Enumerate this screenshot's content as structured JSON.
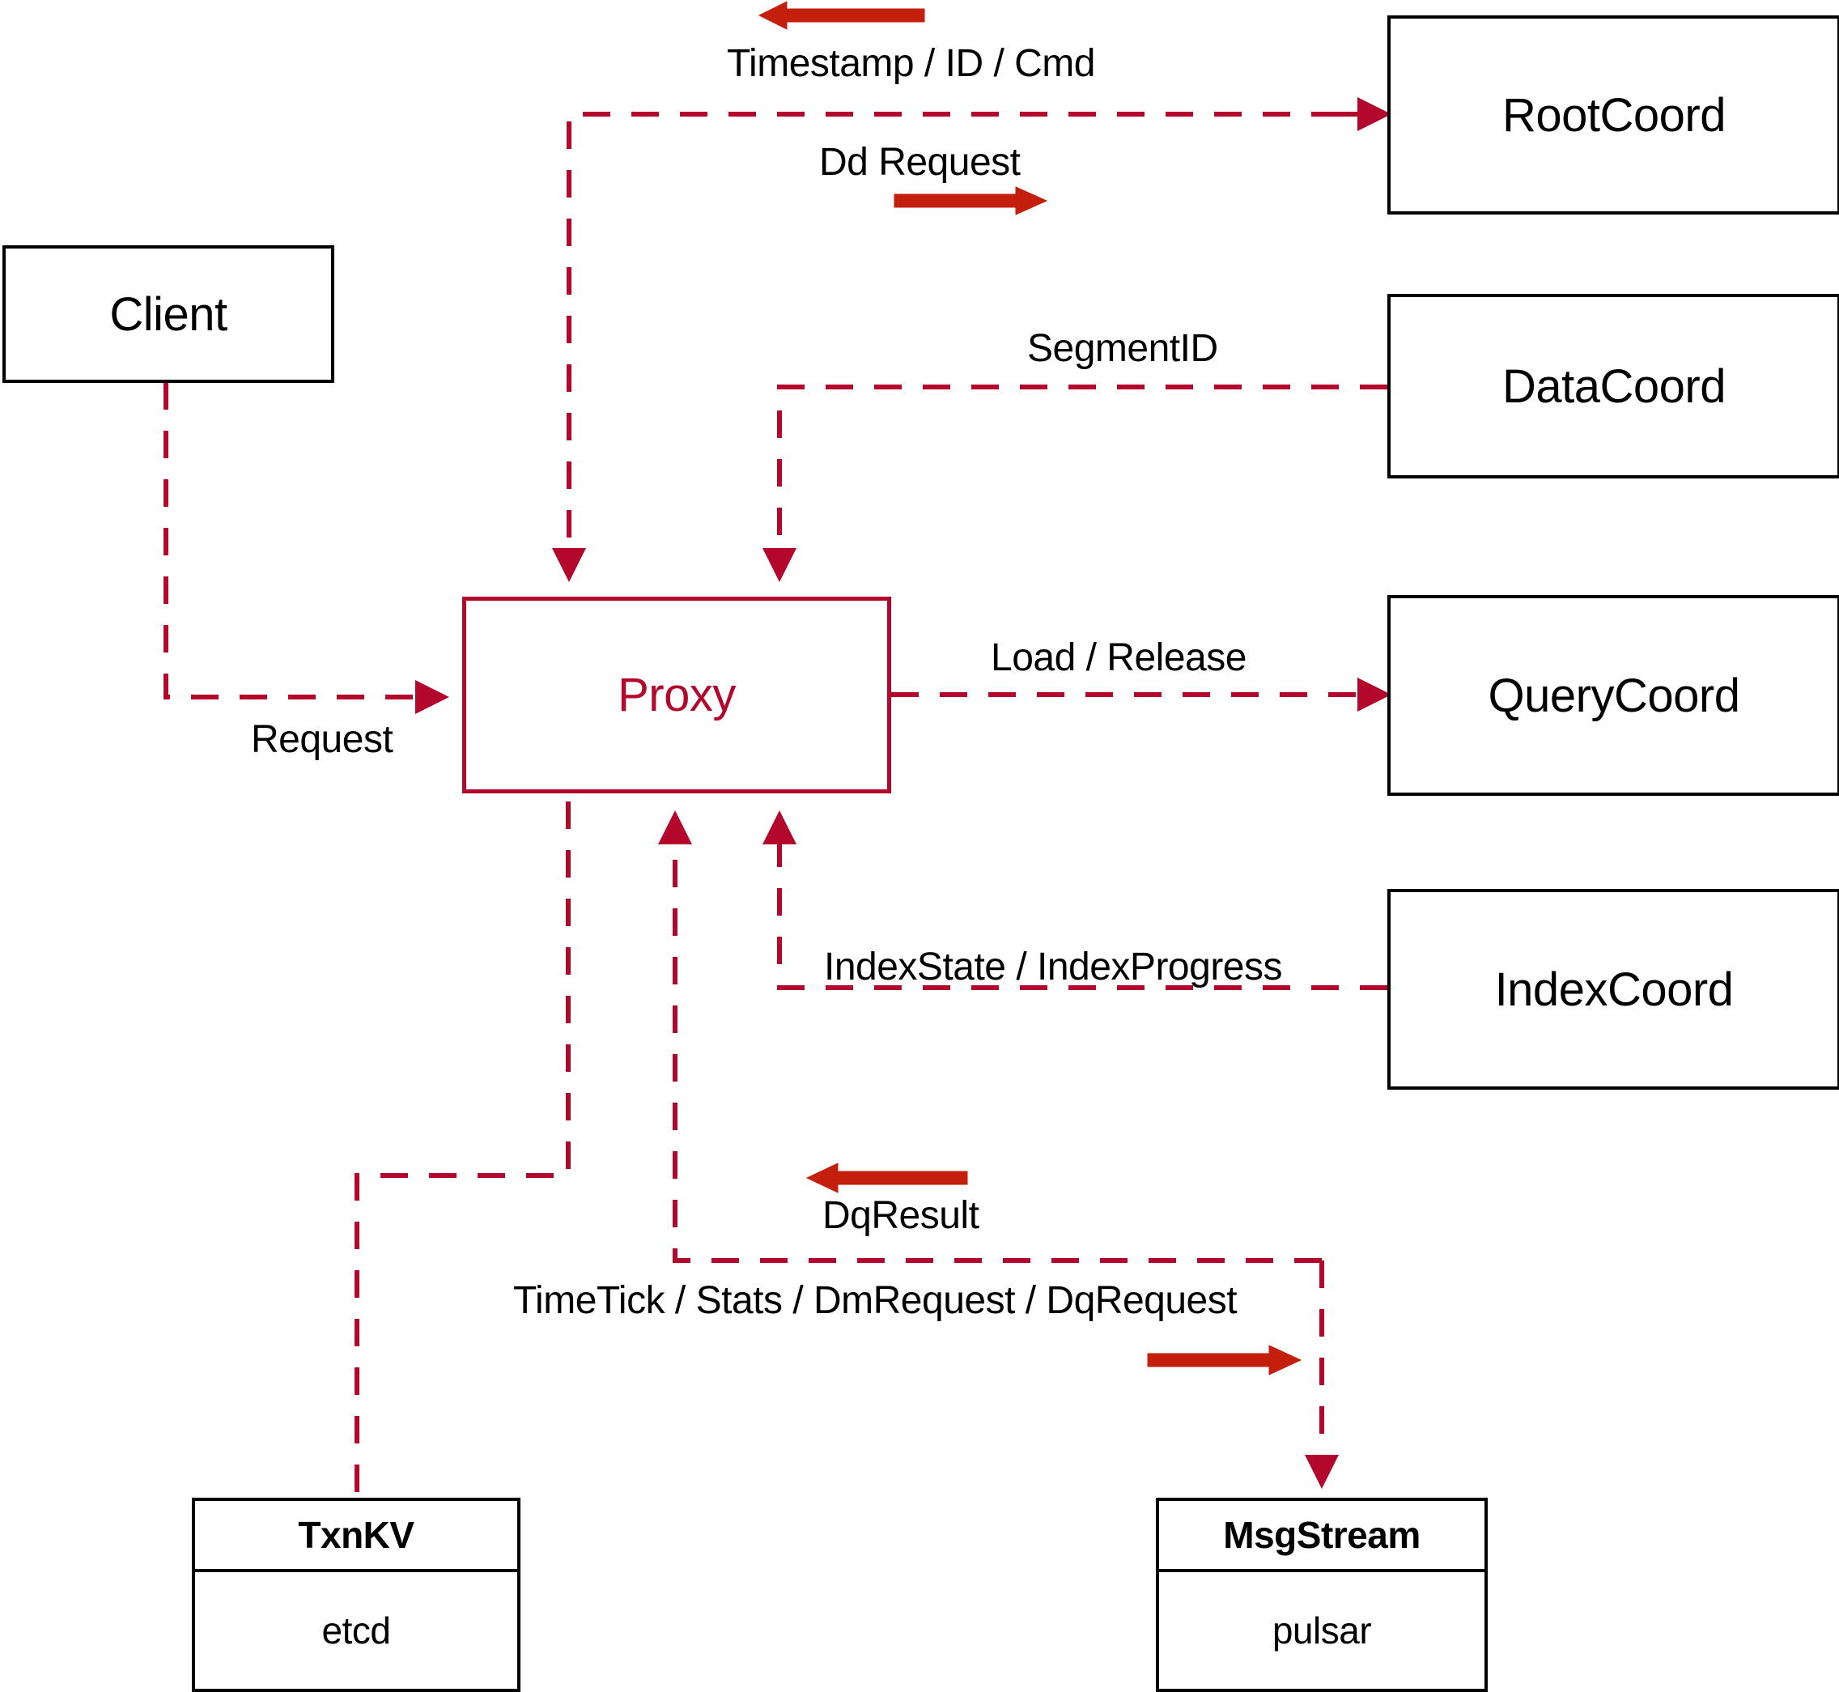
{
  "diagram": {
    "title": "Proxy component interaction diagram",
    "colors": {
      "dashed_edge": "#B3072C",
      "solid_arrow": "#C41E0C",
      "node_border": "#000000",
      "proxy_border": "#B3072C",
      "proxy_text": "#B3072C",
      "background": "#FFFFFF"
    },
    "nodes": {
      "client": {
        "label": "Client"
      },
      "proxy": {
        "label": "Proxy"
      },
      "root_coord": {
        "label": "RootCoord"
      },
      "data_coord": {
        "label": "DataCoord"
      },
      "query_coord": {
        "label": "QueryCoord"
      },
      "index_coord": {
        "label": "IndexCoord"
      },
      "txnkv": {
        "header": "TxnKV",
        "body": "etcd"
      },
      "msgstream": {
        "header": "MsgStream",
        "body": "pulsar"
      }
    },
    "edge_labels": {
      "timestamp_id_cmd": "Timestamp / ID / Cmd",
      "dd_request": "Dd Request",
      "segment_id": "SegmentID",
      "request": "Request",
      "load_release": "Load / Release",
      "index_state_progress": "IndexState / IndexProgress",
      "dq_result": "DqResult",
      "timetick_stats_dm_dq": "TimeTick / Stats / DmRequest / DqRequest"
    }
  }
}
